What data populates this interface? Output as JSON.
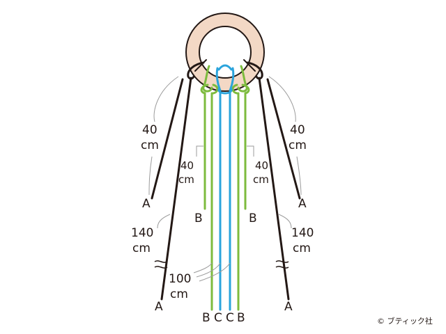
{
  "diagram": {
    "colors": {
      "ring_fill": "#f3d8c5",
      "ring_stroke": "#231815",
      "cord_a": "#231815",
      "cord_b": "#7dbb3e",
      "cord_c": "#2aa4dc",
      "guide_line": "#9b9b9b",
      "background": "#ffffff"
    },
    "labels": {
      "a_top_left_len": "40",
      "a_top_left_unit": "cm",
      "a_top_right_len": "40",
      "a_top_right_unit": "cm",
      "b_left_len": "40",
      "b_left_unit": "cm",
      "b_right_len": "40",
      "b_right_unit": "cm",
      "a_mid_left": "A",
      "a_mid_right": "A",
      "b_mid_left": "B",
      "b_mid_right": "B",
      "a_low_left_len": "140",
      "a_low_left_unit": "cm",
      "a_low_right_len": "140",
      "a_low_right_unit": "cm",
      "c_len": "100",
      "c_unit": "cm",
      "a_end_left": "A",
      "a_end_right": "A",
      "bottom_b1": "B",
      "bottom_c1": "C",
      "bottom_c2": "C",
      "bottom_b2": "B"
    },
    "credit": "© ブティック社"
  }
}
